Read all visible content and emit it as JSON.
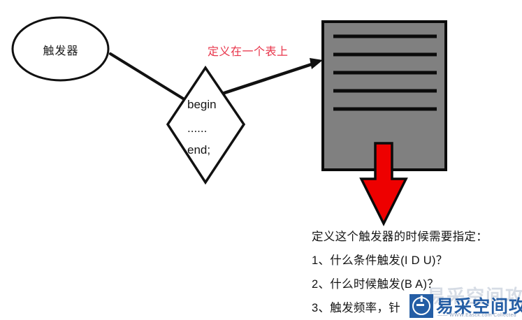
{
  "diagram": {
    "title_node": {
      "shape": "ellipse",
      "label": "触发器"
    },
    "body_node": {
      "shape": "diamond",
      "lines": [
        "begin",
        "......",
        "end;"
      ]
    },
    "table_node": {
      "shape": "document-box",
      "fill_color": "#808080",
      "row_count": 5
    },
    "annotation_red": {
      "text": "定义在一个表上",
      "color": "#e8344a"
    },
    "down_arrow": {
      "color": "#ee0000",
      "name": "red-down-arrow"
    },
    "notes": [
      "定义这个触发器的时候需要指定：",
      "1、什么条件触发(I D U)？",
      "2、什么时候触发(B A)？",
      "3、触发频率，针"
    ]
  },
  "watermark": {
    "brand": "易采空间攻略",
    "sub": "—— WWW.Easck.com  Collected",
    "ghost": "易采空间攻略",
    "color": "#13519e"
  }
}
